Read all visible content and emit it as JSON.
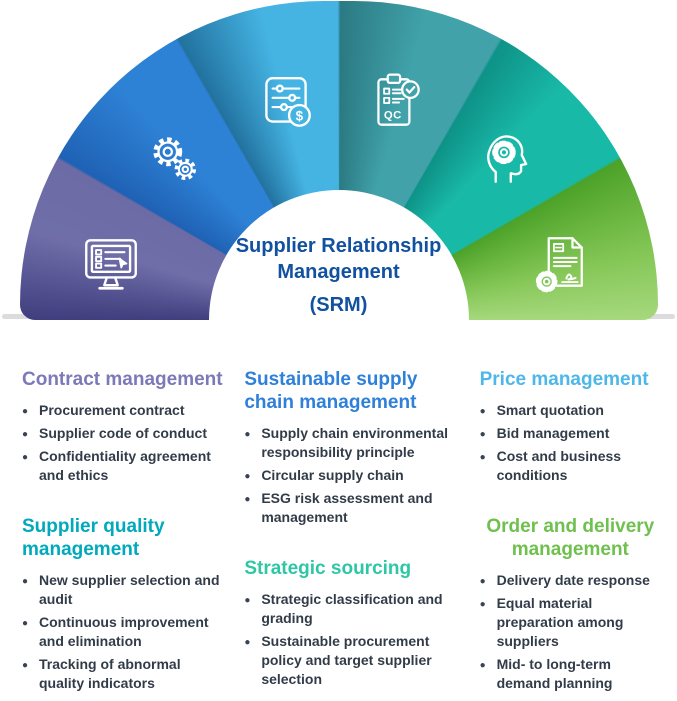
{
  "title": {
    "line1": "Supplier Relationship",
    "line2": "Management",
    "line3": "(SRM)"
  },
  "gauge": {
    "shape": "semicircle",
    "segments": [
      {
        "name": "contract-management",
        "icon": "monitor-checklist-icon",
        "color": "#6c6ba6"
      },
      {
        "name": "sustainable-supply-chain-management",
        "icon": "gears-icon",
        "color": "#2e82d6"
      },
      {
        "name": "price-management",
        "icon": "money-sliders-icon",
        "color": "#45b4e3"
      },
      {
        "name": "supplier-quality-management",
        "icon": "qc-clipboard-icon",
        "color": "#41a2aa"
      },
      {
        "name": "strategic-sourcing",
        "icon": "head-gear-icon",
        "color": "#19b9a8"
      },
      {
        "name": "order-and-delivery-management",
        "icon": "document-gear-icon",
        "color": "#85c757"
      }
    ]
  },
  "colors": {
    "title_blue": "#11519f",
    "bullet_text": "#323c49",
    "baseline_gray": "#dcdcde"
  },
  "sections": [
    {
      "heading": "Contract management",
      "heading_color": "#7b79b8",
      "bullets": [
        "Procurement contract",
        "Supplier code of conduct",
        "Confidentiality agreement and ethics"
      ]
    },
    {
      "heading": "Sustainable supply chain management",
      "heading_color": "#2f80d9",
      "bullets": [
        "Supply chain environmental responsibility principle",
        "Circular supply chain",
        "ESG risk assessment and management"
      ]
    },
    {
      "heading": "Price management",
      "heading_color": "#4db7ea",
      "bullets": [
        "Smart quotation",
        "Bid management",
        "Cost and business conditions"
      ]
    },
    {
      "heading": "Supplier quality management",
      "heading_color": "#00a9bc",
      "bullets": [
        "New supplier selection and audit",
        "Continuous improvement and elimination",
        "Tracking of abnormal quality indicators"
      ]
    },
    {
      "heading": "Strategic sourcing",
      "heading_color": "#2ec7a6",
      "bullets": [
        "Strategic classification and grading",
        "Sustainable procurement policy and target supplier selection"
      ]
    },
    {
      "heading": "Order and delivery management",
      "heading_color": "#70c04f",
      "bullets": [
        "Delivery date response",
        "Equal material preparation among suppliers",
        "Mid- to long-term demand planning"
      ]
    }
  ]
}
